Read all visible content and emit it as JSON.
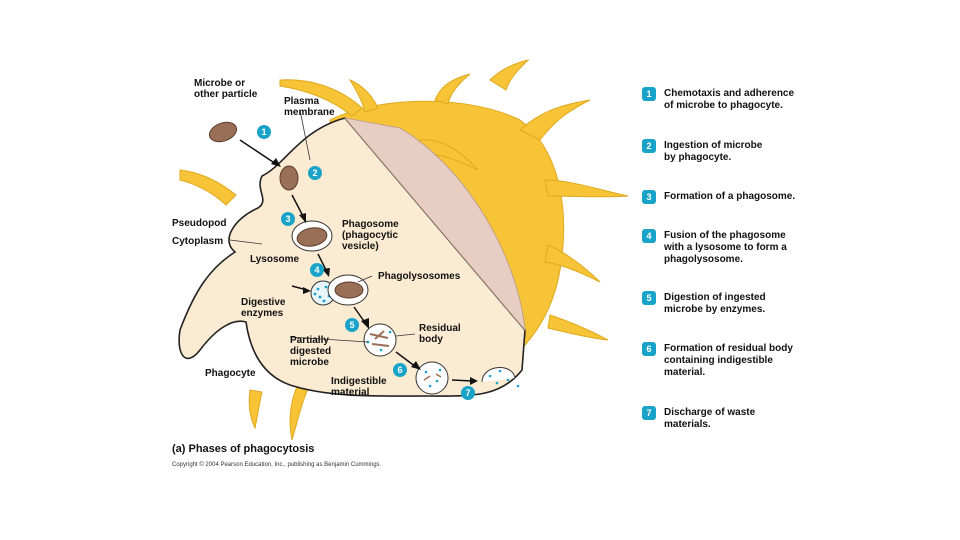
{
  "labels": {
    "microbe": "Microbe or\nother particle",
    "plasma_membrane": "Plasma\nmembrane",
    "pseudopod": "Pseudopod",
    "cytoplasm": "Cytoplasm",
    "lysosome": "Lysosome",
    "phagosome": "Phagosome\n(phagocytic\nvesicle)",
    "phagolysosomes": "Phagolysosomes",
    "digestive_enzymes": "Digestive\nenzymes",
    "residual_body": "Residual\nbody",
    "partially_digested": "Partially\ndigested\nmicrobe",
    "phagocyte": "Phagocyte",
    "indigestible": "Indigestible\nmaterial"
  },
  "badges": [
    "1",
    "2",
    "3",
    "4",
    "5",
    "6",
    "7"
  ],
  "steps": [
    {
      "num": "1",
      "text": "Chemotaxis and adherence\nof microbe to phagocyte."
    },
    {
      "num": "2",
      "text": "Ingestion of microbe\nby phagocyte."
    },
    {
      "num": "3",
      "text": "Formation of a phagosome."
    },
    {
      "num": "4",
      "text": "Fusion of the phagosome\nwith a lysosome to form a\nphagolysosome."
    },
    {
      "num": "5",
      "text": "Digestion of ingested\nmicrobe by enzymes."
    },
    {
      "num": "6",
      "text": "Formation of residual body\ncontaining indigestible\nmaterial."
    },
    {
      "num": "7",
      "text": "Discharge of waste\nmaterials."
    }
  ],
  "caption": "(a) Phases of phagocytosis",
  "copyright": "Copyright © 2004 Pearson Education, Inc., publishing as Benjamin Cummings."
}
